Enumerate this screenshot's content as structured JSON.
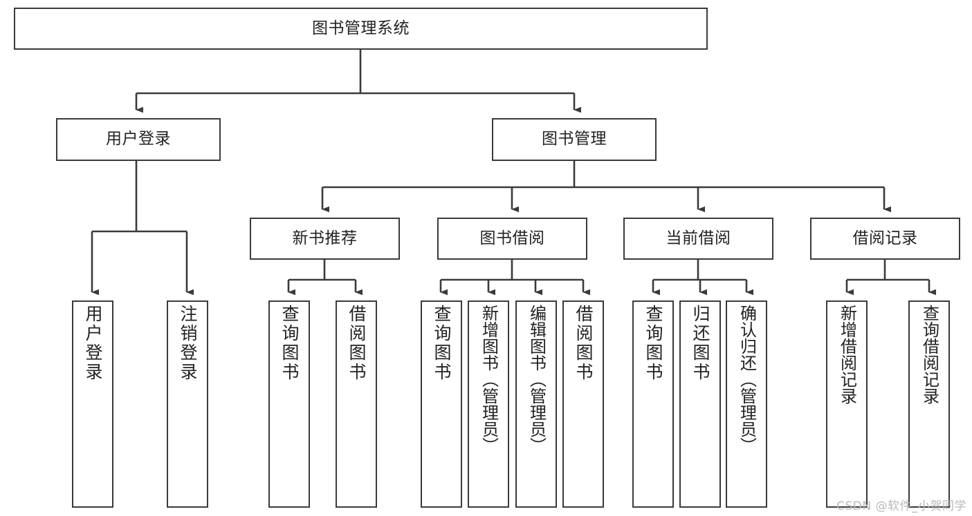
{
  "diagram": {
    "type": "tree-hierarchy-diagram",
    "root": {
      "label": "图书管理系统"
    },
    "level1": [
      {
        "label": "用户登录"
      },
      {
        "label": "图书管理"
      }
    ],
    "level2": [
      {
        "label": "新书推荐"
      },
      {
        "label": "图书借阅"
      },
      {
        "label": "当前借阅"
      },
      {
        "label": "借阅记录"
      }
    ],
    "leaves": {
      "user_login": [
        {
          "label": "用户登录"
        },
        {
          "label": "注销登录"
        }
      ],
      "new_book_recommend": [
        {
          "label": "查询图书"
        },
        {
          "label": "借阅图书"
        }
      ],
      "book_borrow": [
        {
          "label": "查询图书"
        },
        {
          "label": "新增图书（管理员）"
        },
        {
          "label": "编辑图书（管理员）"
        },
        {
          "label": "借阅图书"
        }
      ],
      "current_borrow": [
        {
          "label": "查询图书"
        },
        {
          "label": "归还图书"
        },
        {
          "label": "确认归还（管理员）"
        }
      ],
      "borrow_record": [
        {
          "label": "新增借阅记录"
        },
        {
          "label": "查询借阅记录"
        }
      ]
    }
  },
  "watermark": {
    "text": "CSDN @软件_小贺同学"
  },
  "colors": {
    "stroke": "#3a3a3a",
    "background": "#ffffff",
    "text": "#222222",
    "watermark": "#b9b9b9"
  }
}
